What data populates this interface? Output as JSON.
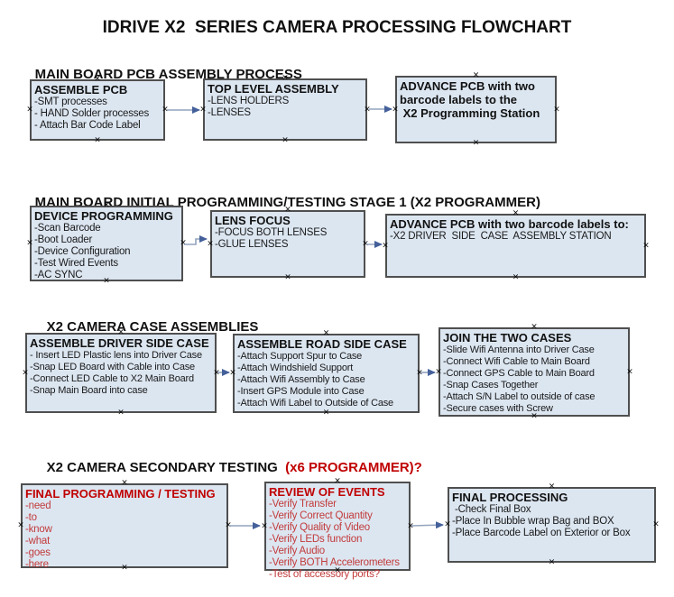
{
  "title": "IDRIVE X2  SERIES CAMERA PROCESSING FLOWCHART",
  "icons": {
    "connection_handle": "×"
  },
  "colors": {
    "box_fill": "#dce6f1",
    "box_border": "#4f4f4f",
    "connector_line": "#92a4bd",
    "connector_arrow": "#44609a",
    "red_heading": "#c00000",
    "red_item": "#c23b3b"
  },
  "sections": [
    {
      "heading": "MAIN BOARD PCB ASSEMBLY PROCESS",
      "heading_suffix": "",
      "boxes": [
        {
          "id": "a",
          "scheme": "black",
          "title": "ASSEMBLE PCB",
          "items": [
            "-SMT processes",
            "- HAND Solder processes",
            "- Attach Bar Code Label"
          ]
        },
        {
          "id": "b",
          "scheme": "black",
          "title": "TOP LEVEL ASSEMBLY",
          "items": [
            "-LENS HOLDERS",
            "-LENSES"
          ]
        },
        {
          "id": "c",
          "scheme": "black",
          "title": "ADVANCE PCB with two\nbarcode labels to the\n X2 Programming Station",
          "items": []
        }
      ]
    },
    {
      "heading": "MAIN BOARD INITIAL PROGRAMMING/TESTING STAGE 1 (X2 PROGRAMMER)",
      "heading_suffix": "",
      "boxes": [
        {
          "id": "d",
          "scheme": "black",
          "title": "DEVICE PROGRAMMING",
          "items": [
            "-Scan Barcode",
            "-Boot Loader",
            "-Device Configuration",
            "-Test Wired Events",
            "-AC SYNC"
          ]
        },
        {
          "id": "e",
          "scheme": "black",
          "title": "LENS FOCUS",
          "items": [
            "-FOCUS BOTH LENSES",
            "-GLUE LENSES"
          ]
        },
        {
          "id": "f",
          "scheme": "black",
          "title": "ADVANCE PCB with two barcode labels to:",
          "items": [
            "-X2 DRIVER  SIDE  CASE  ASSEMBLY STATION"
          ]
        }
      ]
    },
    {
      "heading": "X2 CAMERA CASE ASSEMBLIES",
      "heading_suffix": "",
      "boxes": [
        {
          "id": "g",
          "scheme": "black",
          "title": "ASSEMBLE DRIVER SIDE CASE",
          "items": [
            "- Insert LED Plastic lens into Driver Case",
            "-Snap LED Board with Cable into Case",
            "-Connect LED Cable to X2 Main Board",
            "-Snap Main Board into case"
          ]
        },
        {
          "id": "h",
          "scheme": "black",
          "title": "ASSEMBLE ROAD SIDE CASE",
          "items": [
            "-Attach Support Spur to Case",
            "-Attach Windshield Support",
            "-Attach Wifi Assembly to Case",
            "-Insert GPS Module into Case",
            "-Attach Wifi Label to Outside of Case"
          ]
        },
        {
          "id": "i",
          "scheme": "black",
          "title": "JOIN THE TWO CASES",
          "items": [
            "-Slide Wifi Antenna into Driver Case",
            "-Connect Wifi Cable to Main Board",
            "-Connect GPS Cable to Main Board",
            "-Snap Cases Together",
            "-Attach S/N Label to outside of case",
            "-Secure cases with Screw"
          ]
        }
      ]
    },
    {
      "heading": "X2 CAMERA SECONDARY TESTING ",
      "heading_suffix": " (x6 PROGRAMMER)?",
      "boxes": [
        {
          "id": "j",
          "scheme": "red",
          "title": "FINAL PROGRAMMING / TESTING",
          "items": [
            "-need",
            "-to",
            "-know",
            "-what",
            "-goes",
            "-here"
          ]
        },
        {
          "id": "k",
          "scheme": "red",
          "title": "REVIEW OF EVENTS",
          "items": [
            "-Verify Transfer",
            "-Verify Correct Quantity",
            "-Verify Quality of Video",
            "-Verify LEDs function",
            "-Verify Audio",
            "-Verify BOTH Accelerometers",
            "-Test of accessory ports?"
          ]
        },
        {
          "id": "l",
          "scheme": "black",
          "title": "FINAL PROCESSING",
          "items": [
            " -Check Final Box",
            "-Place In Bubble wrap Bag and BOX",
            "-Place Barcode Label on Exterior or Box"
          ]
        }
      ]
    }
  ]
}
